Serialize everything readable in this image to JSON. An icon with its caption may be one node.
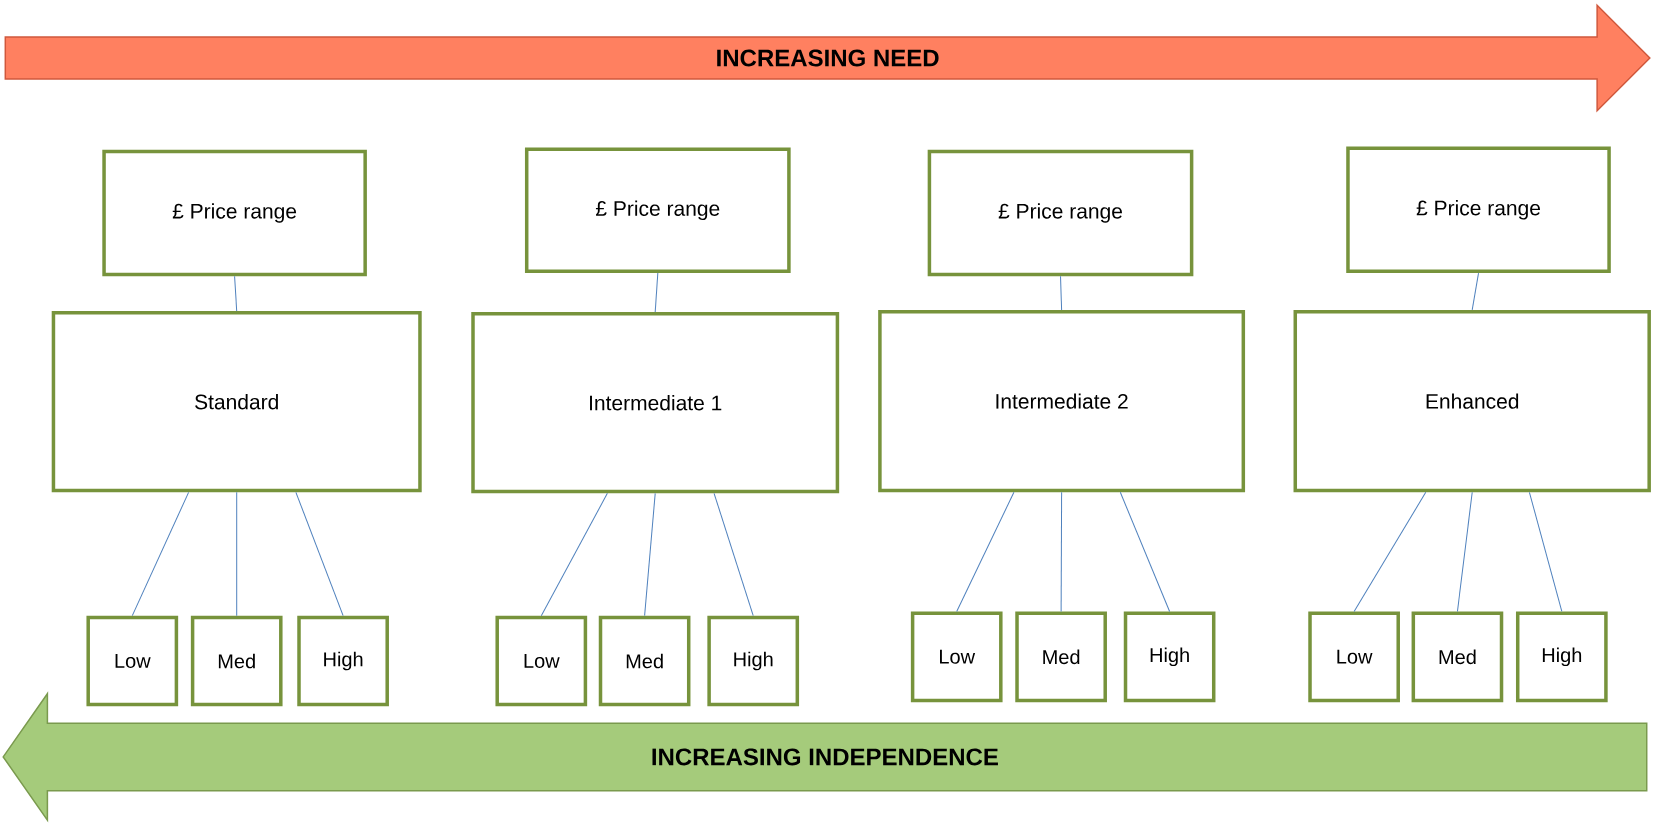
{
  "diagram": {
    "nodes": [
      {
        "text": [
          "INCREASING NEED"
        ]
      },
      {
        "text": [
          "£ Price range"
        ]
      },
      {
        "text": [
          "Standard"
        ]
      },
      {
        "text": [
          "Low"
        ]
      },
      {
        "text": [
          "Med"
        ]
      },
      {
        "text": [
          "High"
        ]
      },
      {
        "text": [
          "£ Price range"
        ]
      },
      {
        "text": [
          "Intermediate 1"
        ]
      },
      {
        "text": [
          "Low"
        ]
      },
      {
        "text": [
          "Med"
        ]
      },
      {
        "text": [
          "High"
        ]
      },
      {
        "text": [
          "£ Price range"
        ]
      },
      {
        "text": [
          "Intermediate 2"
        ]
      },
      {
        "text": [
          "Low"
        ]
      },
      {
        "text": [
          "Med"
        ]
      },
      {
        "text": [
          "High"
        ]
      },
      {
        "text": [
          "£ Price range"
        ]
      },
      {
        "text": [
          "Enhanced"
        ]
      },
      {
        "text": [
          "Low"
        ]
      },
      {
        "text": [
          "Med"
        ]
      },
      {
        "text": [
          "High"
        ]
      },
      {
        "text": [
          "INCREASING INDEPENDENCE"
        ]
      }
    ],
    "edges": [
      {
        "from": 1,
        "to": 2,
        "arrow": "none"
      },
      {
        "from": 2,
        "to": 3,
        "arrow": "none"
      },
      {
        "from": 2,
        "to": 4,
        "arrow": "none"
      },
      {
        "from": 2,
        "to": 5,
        "arrow": "none"
      },
      {
        "from": 6,
        "to": 7,
        "arrow": "none"
      },
      {
        "from": 7,
        "to": 8,
        "arrow": "none"
      },
      {
        "from": 7,
        "to": 9,
        "arrow": "none"
      },
      {
        "from": 7,
        "to": 10,
        "arrow": "none"
      },
      {
        "from": 11,
        "to": 12,
        "arrow": "none"
      },
      {
        "from": 12,
        "to": 13,
        "arrow": "none"
      },
      {
        "from": 12,
        "to": 14,
        "arrow": "none"
      },
      {
        "from": 12,
        "to": 15,
        "arrow": "none"
      },
      {
        "from": 16,
        "to": 17,
        "arrow": "none"
      },
      {
        "from": 17,
        "to": 18,
        "arrow": "none"
      },
      {
        "from": 17,
        "to": 19,
        "arrow": "none"
      },
      {
        "from": 17,
        "to": 20,
        "arrow": "none"
      }
    ]
  }
}
